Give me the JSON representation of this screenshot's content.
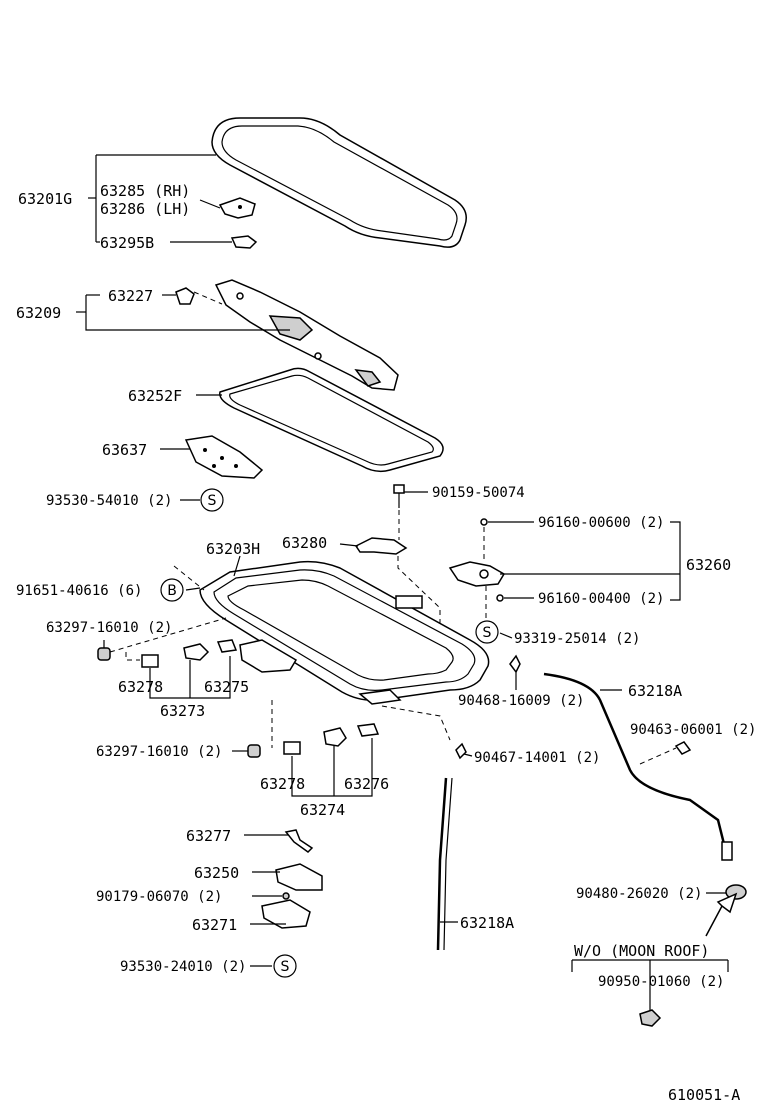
{
  "labels": {
    "p63201G": "63201G",
    "p63285": "63285 (RH)",
    "p63286": "63286 (LH)",
    "p63295B": "63295B",
    "p63209": "63209",
    "p63227": "63227",
    "p63252F": "63252F",
    "p63637": "63637",
    "p93530_54010": "93530-54010 (2)",
    "p90159_50074": "90159-50074",
    "p63203H": "63203H",
    "p63280": "63280",
    "p96160_00600": "96160-00600 (2)",
    "p63260": "63260",
    "p91651_40616": "91651-40616 (6)",
    "p96160_00400": "96160-00400 (2)",
    "p63297_16010_a": "63297-16010 (2)",
    "p93319_25014": "93319-25014 (2)",
    "p63278_a": "63278",
    "p63275": "63275",
    "p63273": "63273",
    "p90468_16009": "90468-16009 (2)",
    "p63218A_a": "63218A",
    "p90463_06001": "90463-06001 (2)",
    "p63297_16010_b": "63297-16010 (2)",
    "p90467_14001": "90467-14001 (2)",
    "p63278_b": "63278",
    "p63276": "63276",
    "p63274": "63274",
    "p63277": "63277",
    "p63250": "63250",
    "p90179_06070": "90179-06070 (2)",
    "p63271": "63271",
    "p63218A_b": "63218A",
    "p90480_26020": "90480-26020 (2)",
    "p93530_24010": "93530-24010 (2)",
    "wo_moon_roof": "W/O (MOON ROOF)",
    "p90950_01060": "90950-01060 (2)",
    "figure_code": "610051-A"
  },
  "markers": {
    "S": "S",
    "B": "B"
  }
}
